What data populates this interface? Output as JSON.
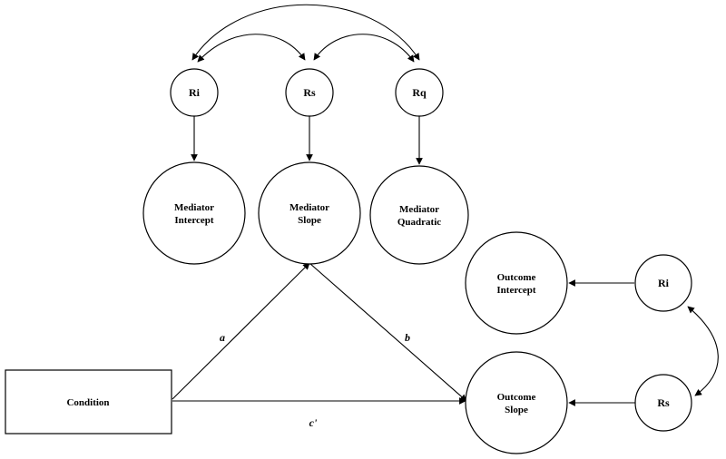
{
  "diagram": {
    "nodes": {
      "ri_top": "Ri",
      "rs_top": "Rs",
      "rq_top": "Rq",
      "mediator_intercept": [
        "Mediator",
        "Intercept"
      ],
      "mediator_slope": [
        "Mediator",
        "Slope"
      ],
      "mediator_quadratic": [
        "Mediator",
        "Quadratic"
      ],
      "outcome_intercept": [
        "Outcome",
        "Intercept"
      ],
      "outcome_slope": [
        "Outcome",
        "Slope"
      ],
      "ri_right": "Ri",
      "rs_right": "Rs",
      "condition": "Condition"
    },
    "paths": {
      "a": "a",
      "b": "b",
      "c_prime": "c'"
    },
    "colors": {
      "stroke": "#000000",
      "background": "#ffffff"
    }
  }
}
